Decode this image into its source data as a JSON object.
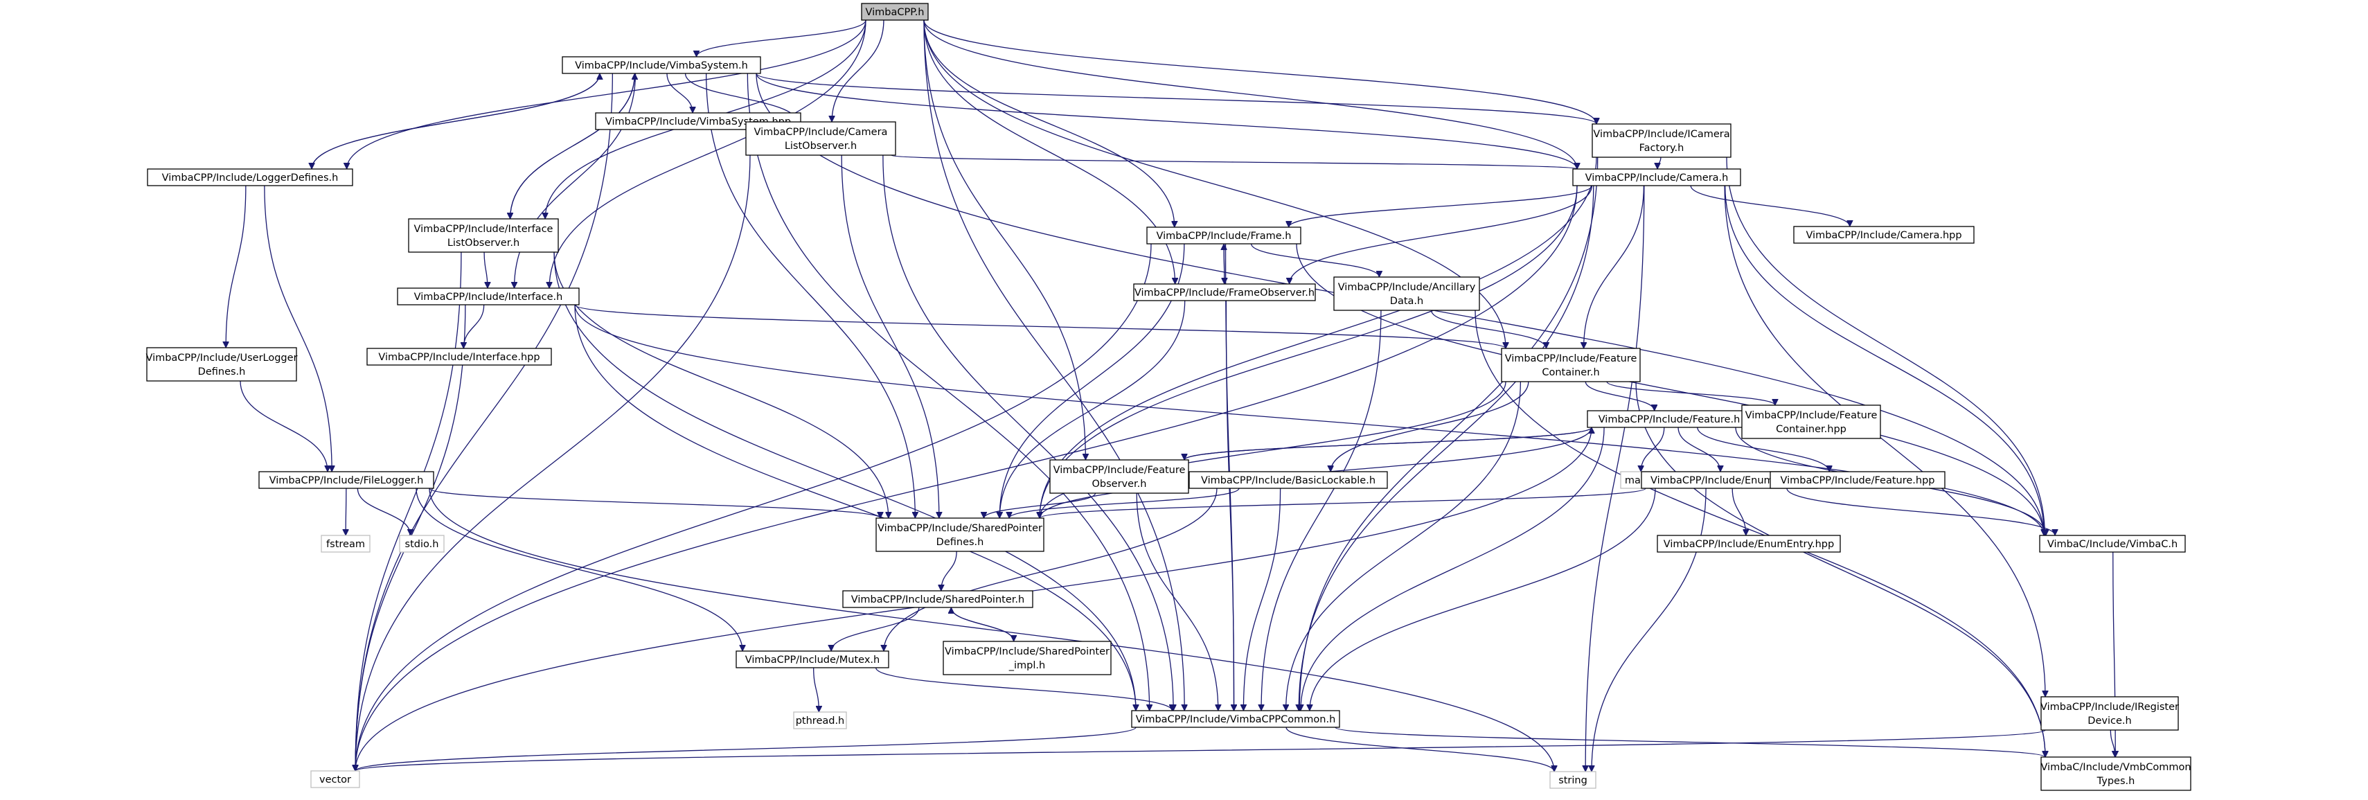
{
  "graph": {
    "nodes": [
      {
        "id": "vimbacpp_h",
        "lines": [
          "VimbaCPP.h"
        ],
        "kind": "root"
      },
      {
        "id": "vimbasystem_h",
        "lines": [
          "VimbaCPP/Include/VimbaSystem.h"
        ],
        "kind": "file"
      },
      {
        "id": "vimbasystem_hpp",
        "lines": [
          "VimbaCPP/Include/VimbaSystem.hpp"
        ],
        "kind": "file"
      },
      {
        "id": "cameralistobserver_h",
        "lines": [
          "VimbaCPP/Include/Camera",
          "ListObserver.h"
        ],
        "kind": "file"
      },
      {
        "id": "icamerafactory_h",
        "lines": [
          "VimbaCPP/Include/ICamera",
          "Factory.h"
        ],
        "kind": "file"
      },
      {
        "id": "loggerdefines_h",
        "lines": [
          "VimbaCPP/Include/LoggerDefines.h"
        ],
        "kind": "file"
      },
      {
        "id": "camera_h",
        "lines": [
          "VimbaCPP/Include/Camera.h"
        ],
        "kind": "file"
      },
      {
        "id": "interfacelistobserver_h",
        "lines": [
          "VimbaCPP/Include/Interface",
          "ListObserver.h"
        ],
        "kind": "file"
      },
      {
        "id": "frame_h",
        "lines": [
          "VimbaCPP/Include/Frame.h"
        ],
        "kind": "file"
      },
      {
        "id": "camera_hpp",
        "lines": [
          "VimbaCPP/Include/Camera.hpp"
        ],
        "kind": "file"
      },
      {
        "id": "frameobserver_h",
        "lines": [
          "VimbaCPP/Include/FrameObserver.h"
        ],
        "kind": "file"
      },
      {
        "id": "ancillarydata_h",
        "lines": [
          "VimbaCPP/Include/Ancillary",
          "Data.h"
        ],
        "kind": "file"
      },
      {
        "id": "interface_h",
        "lines": [
          "VimbaCPP/Include/Interface.h"
        ],
        "kind": "file"
      },
      {
        "id": "userloggerdefines_h",
        "lines": [
          "VimbaCPP/Include/UserLogger",
          "Defines.h"
        ],
        "kind": "file"
      },
      {
        "id": "interface_hpp",
        "lines": [
          "VimbaCPP/Include/Interface.hpp"
        ],
        "kind": "file"
      },
      {
        "id": "featurecontainer_h",
        "lines": [
          "VimbaCPP/Include/Feature",
          "Container.h"
        ],
        "kind": "file"
      },
      {
        "id": "feature_h",
        "lines": [
          "VimbaCPP/Include/Feature.h"
        ],
        "kind": "file"
      },
      {
        "id": "featurecontainer_hpp",
        "lines": [
          "VimbaCPP/Include/Feature",
          "Container.hpp"
        ],
        "kind": "file"
      },
      {
        "id": "filelogger_h",
        "lines": [
          "VimbaCPP/Include/FileLogger.h"
        ],
        "kind": "file"
      },
      {
        "id": "featureobserver_h",
        "lines": [
          "VimbaCPP/Include/Feature",
          "Observer.h"
        ],
        "kind": "file"
      },
      {
        "id": "basiclockable_h",
        "lines": [
          "VimbaCPP/Include/BasicLockable.h"
        ],
        "kind": "file"
      },
      {
        "id": "map",
        "lines": [
          "map"
        ],
        "kind": "sys"
      },
      {
        "id": "enumentry_h",
        "lines": [
          "VimbaCPP/Include/EnumEntry.h"
        ],
        "kind": "file"
      },
      {
        "id": "feature_hpp",
        "lines": [
          "VimbaCPP/Include/Feature.hpp"
        ],
        "kind": "file"
      },
      {
        "id": "fstream",
        "lines": [
          "fstream"
        ],
        "kind": "sys"
      },
      {
        "id": "stdio_h",
        "lines": [
          "stdio.h"
        ],
        "kind": "sys"
      },
      {
        "id": "sharedpointerdefines_h",
        "lines": [
          "VimbaCPP/Include/SharedPointer",
          "Defines.h"
        ],
        "kind": "file"
      },
      {
        "id": "enumentry_hpp",
        "lines": [
          "VimbaCPP/Include/EnumEntry.hpp"
        ],
        "kind": "file"
      },
      {
        "id": "vimbac_h",
        "lines": [
          "VimbaC/Include/VimbaC.h"
        ],
        "kind": "file"
      },
      {
        "id": "sharedpointer_h",
        "lines": [
          "VimbaCPP/Include/SharedPointer.h"
        ],
        "kind": "file"
      },
      {
        "id": "mutex_h",
        "lines": [
          "VimbaCPP/Include/Mutex.h"
        ],
        "kind": "file"
      },
      {
        "id": "sharedpointer_impl_h",
        "lines": [
          "VimbaCPP/Include/SharedPointer",
          "_impl.h"
        ],
        "kind": "file"
      },
      {
        "id": "pthread_h",
        "lines": [
          "pthread.h"
        ],
        "kind": "sys"
      },
      {
        "id": "iregisterdevice_h",
        "lines": [
          "VimbaCPP/Include/IRegister",
          "Device.h"
        ],
        "kind": "file"
      },
      {
        "id": "vimbacppcommon_h",
        "lines": [
          "VimbaCPP/Include/VimbaCPPCommon.h"
        ],
        "kind": "file"
      },
      {
        "id": "vector",
        "lines": [
          "vector"
        ],
        "kind": "sys"
      },
      {
        "id": "string",
        "lines": [
          "string"
        ],
        "kind": "sys"
      },
      {
        "id": "vmbcommontypes_h",
        "lines": [
          "VimbaC/Include/VmbCommon",
          "Types.h"
        ],
        "kind": "file"
      }
    ]
  }
}
